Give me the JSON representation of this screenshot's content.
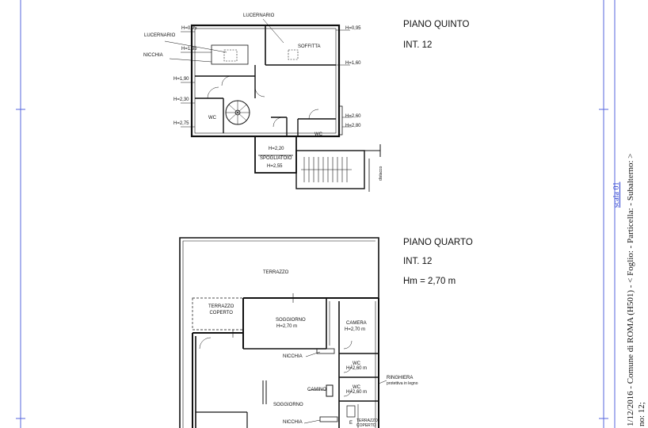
{
  "piano_quinto": {
    "title": "PIANO QUINTO",
    "interno": "INT. 12",
    "rooms": {
      "lucernario_top": "LUCERNARIO",
      "lucernario_left": "LUCERNARIO",
      "nicchia": "NICCHIA",
      "soffitta": "SOFFITTA",
      "wc_left": "WC",
      "wc_right": "WC",
      "spogliatoio": "SPOGLIATOIO"
    },
    "heights": {
      "h095_left": "H=0,95",
      "h095_right": "H=0,95",
      "h135": "H=1,35",
      "h160": "H=1,60",
      "h190": "H=1,90",
      "h230": "H=2,30",
      "h275": "H=2,75",
      "h260": "H=2,60",
      "h280": "H=2,80",
      "h220": "H=2,20",
      "h255": "H=2,55"
    },
    "side_note": "distacco"
  },
  "piano_quarto": {
    "title": "PIANO QUARTO",
    "interno": "INT. 12",
    "hm": "Hm = 2,70 m",
    "rooms": {
      "terrazzo": "TERRAZZO",
      "terrazzo_coperto": "TERRAZZO\nCOPERTO",
      "soggiorno1": "SOGGIORNO",
      "soggiorno1_h": "H=2,70 m",
      "camera": "CAMERA",
      "camera_h": "H=2,70 m",
      "nicchia1": "NICCHIA",
      "wc1": "WC",
      "wc1_h": "H=2,60 m",
      "camino": "CAMINO",
      "wc2": "WC",
      "wc2_h": "H=2,60 m",
      "soggiorno2": "SOGGIORNO",
      "nicchia2": "NICCHIA",
      "terrazzo_coperto2": "TERRAZZO\nCOPERTO",
      "e_label": "E"
    },
    "ringhiera": "RINGHIERA",
    "ringhiera_note": "protettiva in legno"
  },
  "sidebar": {
    "line1": "1/12/2016 - Comune di ROMA (H501) - < Foglio:  - Particella:  - Subalterno:  >",
    "line2": "no: 12;",
    "link": "scala 01"
  },
  "colors": {
    "frame": "#5566dd",
    "ink": "#111111",
    "link": "#2b3fd1"
  }
}
